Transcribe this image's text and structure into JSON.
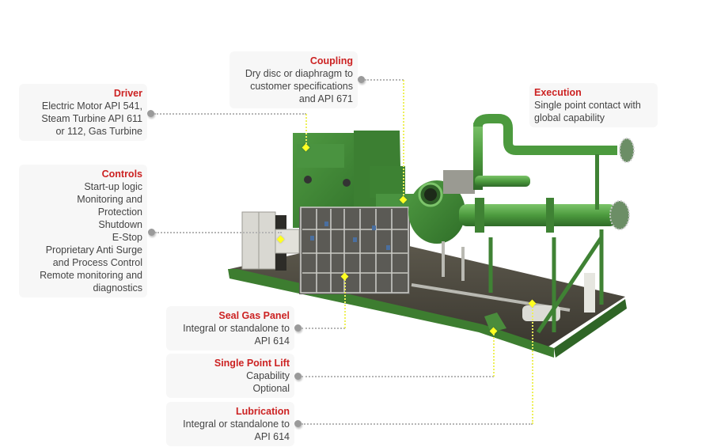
{
  "diagram": {
    "subject": "packaged centrifugal compressor skid",
    "colors": {
      "title_red": "#cc2222",
      "body_text": "#444444",
      "callout_bg": "#f7f7f7",
      "connector_dot": "#9a9a9a",
      "marker_yellow": "#ffff22",
      "machine_green": "#3f8a35"
    },
    "callouts": [
      {
        "id": "driver",
        "title": "Driver",
        "lines": [
          "Electric Motor API 541,",
          "Steam Turbine API 611",
          "or 112, Gas Turbine"
        ]
      },
      {
        "id": "controls",
        "title": "Controls",
        "lines": [
          "Start-up logic",
          "Monitoring and",
          "Protection",
          "Shutdown",
          "E-Stop",
          "Proprietary Anti Surge",
          "and Process Control",
          "Remote monitoring and",
          "diagnostics"
        ]
      },
      {
        "id": "coupling",
        "title": "Coupling",
        "lines": [
          "Dry disc or diaphragm to",
          "customer specifications",
          "and API 671"
        ]
      },
      {
        "id": "execution",
        "title": "Execution",
        "lines": [
          "Single point contact with",
          "global capability"
        ]
      },
      {
        "id": "seal_gas_panel",
        "title": "Seal Gas Panel",
        "lines": [
          "Integral or standalone to",
          "API 614"
        ]
      },
      {
        "id": "single_point_lift",
        "title": "Single Point Lift",
        "lines": [
          "Capability",
          "Optional"
        ]
      },
      {
        "id": "lubrication",
        "title": "Lubrication",
        "lines": [
          "Integral or standalone to",
          "API 614"
        ]
      }
    ]
  }
}
